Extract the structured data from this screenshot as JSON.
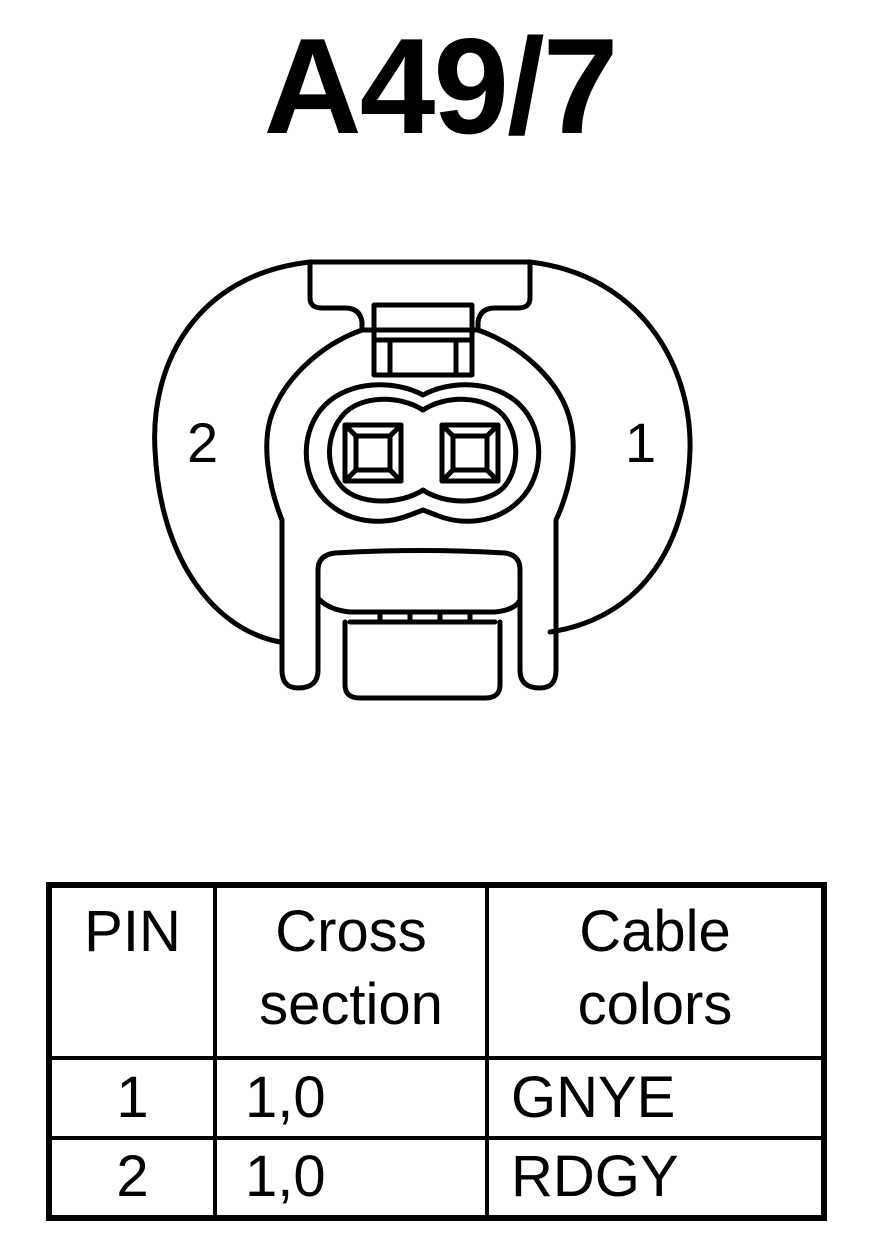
{
  "title": "A49/7",
  "connector": {
    "pin_left_label": "2",
    "pin_right_label": "1"
  },
  "table": {
    "headers": {
      "pin": "PIN",
      "cross_line1": "Cross",
      "cross_line2": "section",
      "colors_line1": "Cable",
      "colors_line2": "colors"
    },
    "rows": [
      {
        "pin": "1",
        "cross_section": "1,0",
        "cable_color": "GNYE"
      },
      {
        "pin": "2",
        "cross_section": "1,0",
        "cable_color": "RDGY"
      }
    ]
  }
}
